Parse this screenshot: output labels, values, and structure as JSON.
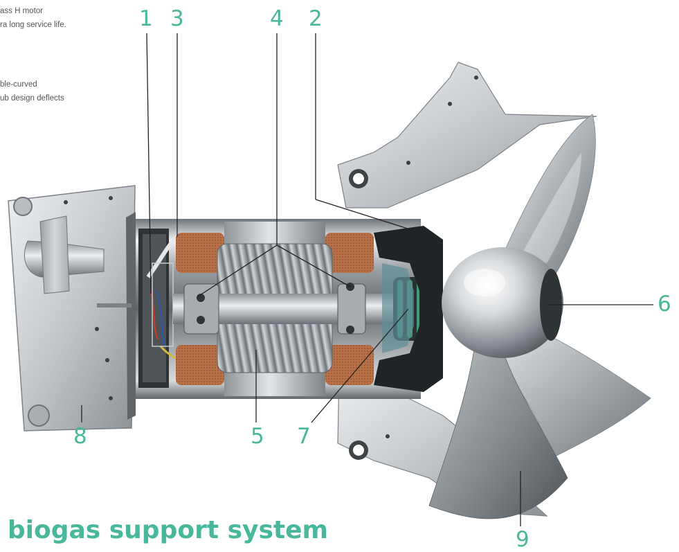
{
  "notes": [
    {
      "lines": [
        "ass H motor",
        "ra long service life."
      ]
    },
    {
      "lines": [
        "ble-curved",
        "ub design deflects"
      ]
    }
  ],
  "callouts": [
    "1",
    "3",
    "4",
    "2",
    "6",
    "8",
    "5",
    "7",
    "9"
  ],
  "section_heading": "l biogas support system",
  "colors": {
    "accent": "#48b79b",
    "leader_line": "#222222",
    "note_text": "#555555"
  }
}
